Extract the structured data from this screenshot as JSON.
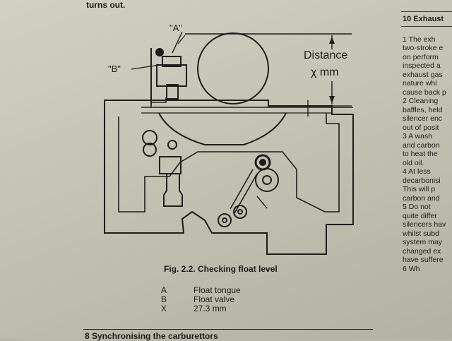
{
  "page": {
    "top_text": "turns out.",
    "next_section": "8  Synchronising the carburettors"
  },
  "diagram": {
    "label_a": "\"A\"",
    "label_b": "\"B\"",
    "distance_label": "Distance",
    "distance_unit": "χ mm"
  },
  "figure": {
    "caption": "Fig. 2.2. Checking float level",
    "legend": [
      {
        "key": "A",
        "value": "Float tongue"
      },
      {
        "key": "B",
        "value": "Float valve"
      },
      {
        "key": "X",
        "value": "27.3 mm"
      }
    ]
  },
  "right_column": {
    "heading": "10  Exhaust",
    "lines": [
      "1  The exh",
      "two-stroke e",
      "on perform",
      "inspected a",
      "exhaust gas",
      "nature whi",
      "cause back p",
      "2  Cleaning",
      "baffles, held",
      "silencer enc",
      "out of posit",
      "3  A wash",
      "and carbon",
      "to heat the",
      "old oil.",
      "4  At less",
      "decarbonisi",
      "This will p",
      "carbon and",
      "5  Do not",
      "quite differ",
      "silencers hav",
      "whilst subd",
      "system may",
      "changed ex",
      "have suffere",
      "6  Wh",
      ""
    ]
  }
}
